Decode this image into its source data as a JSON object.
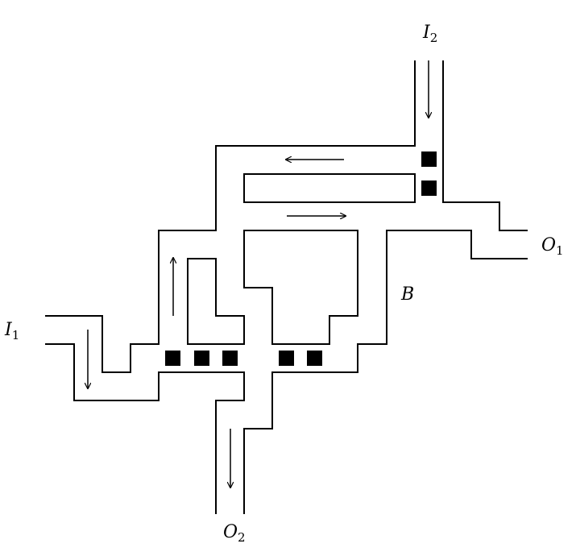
{
  "labels": {
    "input1": {
      "letter": "I",
      "sub": "1"
    },
    "input2": {
      "letter": "I",
      "sub": "2"
    },
    "output1": {
      "letter": "O",
      "sub": "1"
    },
    "output2": {
      "letter": "O",
      "sub": "2"
    },
    "region_b": "B"
  },
  "colors": {
    "stroke": "#000000",
    "blocks": "#000000"
  }
}
